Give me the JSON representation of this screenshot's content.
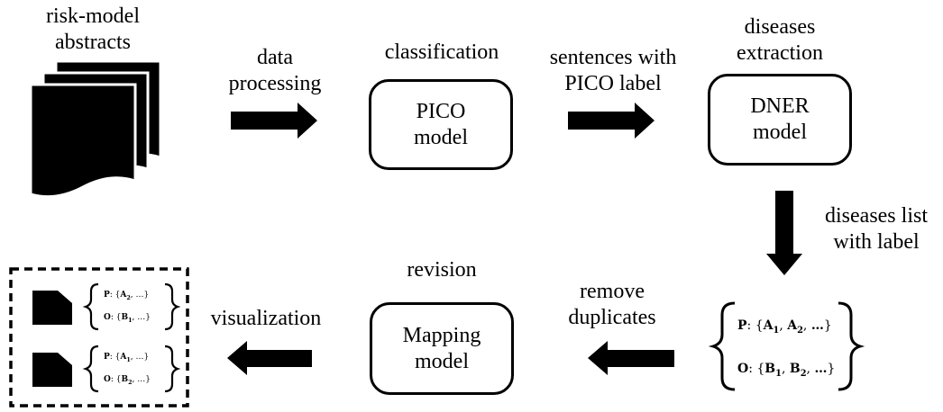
{
  "input": {
    "line1": "risk-model",
    "line2": "abstracts"
  },
  "steps": {
    "data_processing": {
      "line1": "data",
      "line2": "processing"
    },
    "classification": {
      "title": "classification",
      "box1": "PICO",
      "box2": "model"
    },
    "sentences": {
      "line1": "sentences with",
      "line2": "PICO label"
    },
    "extraction": {
      "line1": "diseases",
      "line2": "extraction",
      "box1": "DNER",
      "box2": "model"
    },
    "diseases_list": {
      "line1": "diseases list",
      "line2": "with label"
    },
    "remove_duplicates": {
      "line1": "remove",
      "line2": "duplicates"
    },
    "revision": {
      "title": "revision",
      "box1": "Mapping",
      "box2": "model"
    },
    "visualization": {
      "label": "visualization"
    }
  },
  "sets": {
    "full": {
      "p_key": "P",
      "p_items": [
        "A",
        "1",
        "A",
        "2"
      ],
      "o_key": "O",
      "o_items": [
        "B",
        "1",
        "B",
        "2"
      ],
      "ellipsis": "…"
    },
    "out1": {
      "p_key": "P",
      "p_item": [
        "A",
        "2"
      ],
      "o_key": "O",
      "o_item": [
        "B",
        "1"
      ],
      "ellipsis": "…"
    },
    "out2": {
      "p_key": "P",
      "p_item": [
        "A",
        "1"
      ],
      "o_key": "O",
      "o_item": [
        "B",
        "2"
      ],
      "ellipsis": "…"
    }
  }
}
